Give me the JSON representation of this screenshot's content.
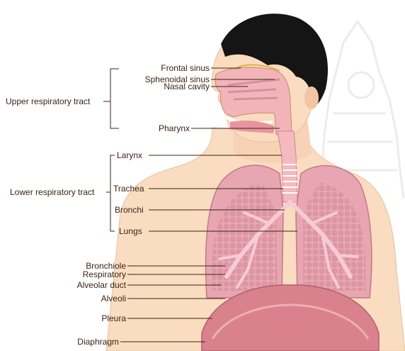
{
  "colors": {
    "skin": "#fadcc0",
    "skin_shadow": "#f0c7a7",
    "hair": "#151515",
    "lung": "#e7a6b1",
    "lung_dark": "#cf7e90",
    "diaphragm": "#d9828d",
    "leader": "#3a2418",
    "watermark": "#eaeaea"
  },
  "groups": {
    "upper": "Upper respiratory tract",
    "lower": "Lower respiratory tract"
  },
  "labels": {
    "frontal_sinus": "Frontal sinus",
    "sphenoidal_sinus": "Sphenoidal sinus",
    "nasal_cavity": "Nasal cavity",
    "pharynx": "Pharynx",
    "larynx": "Larynx",
    "trachea": "Trachea",
    "bronchi": "Bronchi",
    "lungs": "Lungs",
    "bronchiole": "Bronchiole",
    "respiratory": "Respiratory",
    "alveolar_duct": "Alveolar duct",
    "alveoli": "Alveoli",
    "pleura": "Pleura",
    "diaphragm": "Diaphragm"
  }
}
